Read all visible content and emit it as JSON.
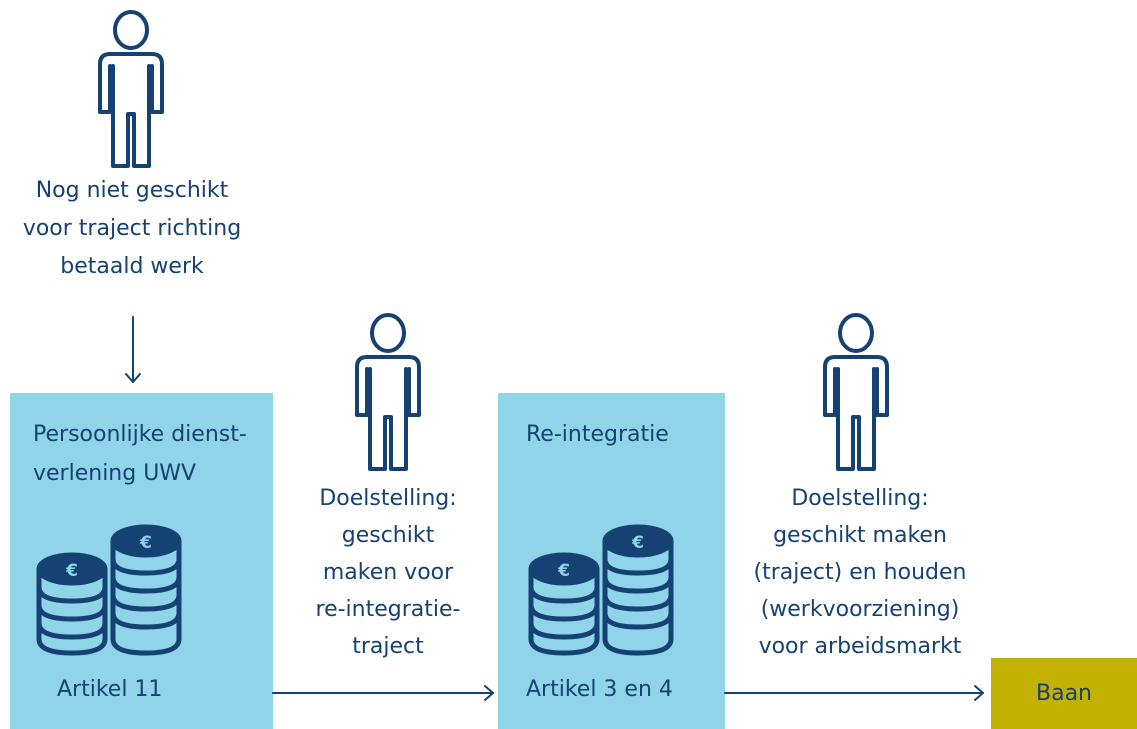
{
  "top_caption": [
    "Nog niet geschikt",
    "voor traject richting",
    "betaald werk"
  ],
  "box_persoonlijk": {
    "title": [
      "Persoonlijke dienst-",
      "verlening UWV"
    ],
    "label": "Artikel 11"
  },
  "goal_1": [
    "Doelstelling:",
    "geschikt",
    "maken voor",
    "re-integratie-",
    "traject"
  ],
  "box_reintegratie": {
    "title": [
      "Re-integratie"
    ],
    "label": "Artikel 3 en 4"
  },
  "goal_2": [
    "Doelstelling:",
    "geschikt maken",
    "(traject) en houden",
    "(werkvoorziening)",
    "voor arbeidsmarkt"
  ],
  "baan_label": "Baan",
  "colors": {
    "navy": "#154273",
    "box_fill": "#8fd4e8",
    "baan_fill": "#c3b100"
  },
  "icons": [
    "person-icon",
    "euro-coins-icon",
    "arrow-right-icon",
    "arrow-down-icon"
  ]
}
